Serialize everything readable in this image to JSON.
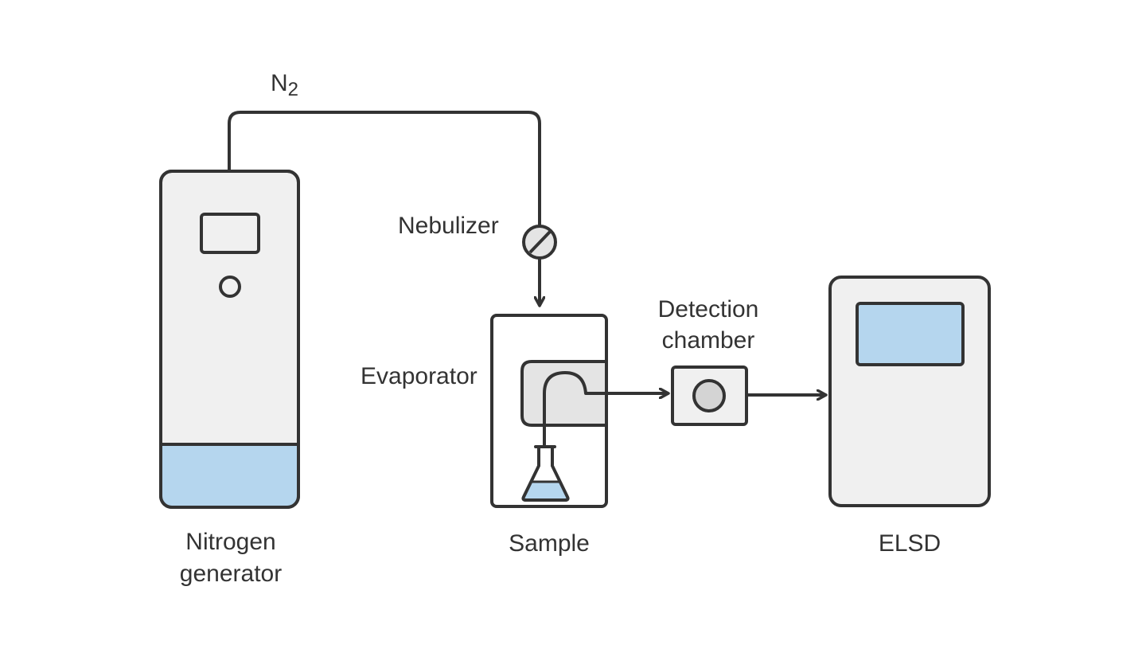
{
  "title": "ELSD (Evaporative Light Scattering Detector) setup",
  "colors": {
    "outline": "#333333",
    "device_fill": "#f0f0f0",
    "chamber_fill": "#e4e4e4",
    "liquid_blue": "#b5d6ee",
    "detector_dot": "#d4d4d4",
    "background": "#ffffff"
  },
  "labels": {
    "gas": "N",
    "gas_subscript": "2",
    "nebulizer": "Nebulizer",
    "evaporator": "Evaporator",
    "detection_line1": "Detection",
    "detection_line2": "chamber",
    "nitrogen_line1": "Nitrogen",
    "nitrogen_line2": "generator",
    "sample": "Sample",
    "elsd": "ELSD"
  },
  "components": [
    {
      "id": "nitrogen-generator",
      "name": "Nitrogen generator"
    },
    {
      "id": "nebulizer",
      "name": "Nebulizer"
    },
    {
      "id": "sample-unit",
      "name": "Sample"
    },
    {
      "id": "evaporator",
      "name": "Evaporator"
    },
    {
      "id": "detection-chamber",
      "name": "Detection chamber"
    },
    {
      "id": "elsd",
      "name": "ELSD"
    }
  ],
  "flows": [
    {
      "from": "Nitrogen generator",
      "to": "Nebulizer",
      "medium": "N2"
    },
    {
      "from": "Nebulizer",
      "to": "Sample"
    },
    {
      "from": "Evaporator",
      "to": "Detection chamber"
    },
    {
      "from": "Detection chamber",
      "to": "ELSD"
    }
  ]
}
